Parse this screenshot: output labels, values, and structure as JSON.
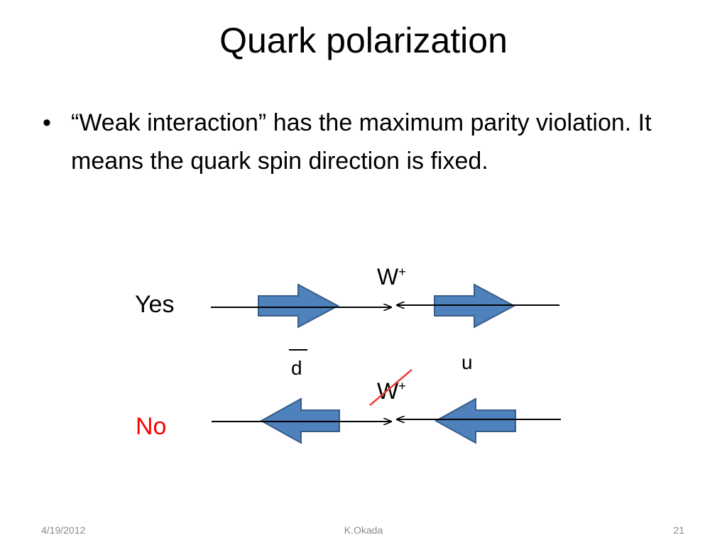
{
  "slide": {
    "title": "Quark polarization",
    "bullet_symbol": "•",
    "bullet_text": "“Weak interaction” has the maximum parity violation. It means the quark spin direction is fixed."
  },
  "diagram": {
    "boson_label_top": "W",
    "boson_charge_top": "+",
    "boson_label_bottom": "W",
    "boson_charge_bottom": "+",
    "yes_label": "Yes",
    "no_label": "No",
    "antiquark_label": "d",
    "quark_label": "u",
    "colors": {
      "spin_arrow_fill": "#4f81bd",
      "spin_arrow_stroke": "#385d8a",
      "no_label": "#ff0000",
      "strike": "#e8413a",
      "line": "#000000"
    }
  },
  "footer": {
    "date": "4/19/2012",
    "author": "K.Okada",
    "page": "21"
  }
}
